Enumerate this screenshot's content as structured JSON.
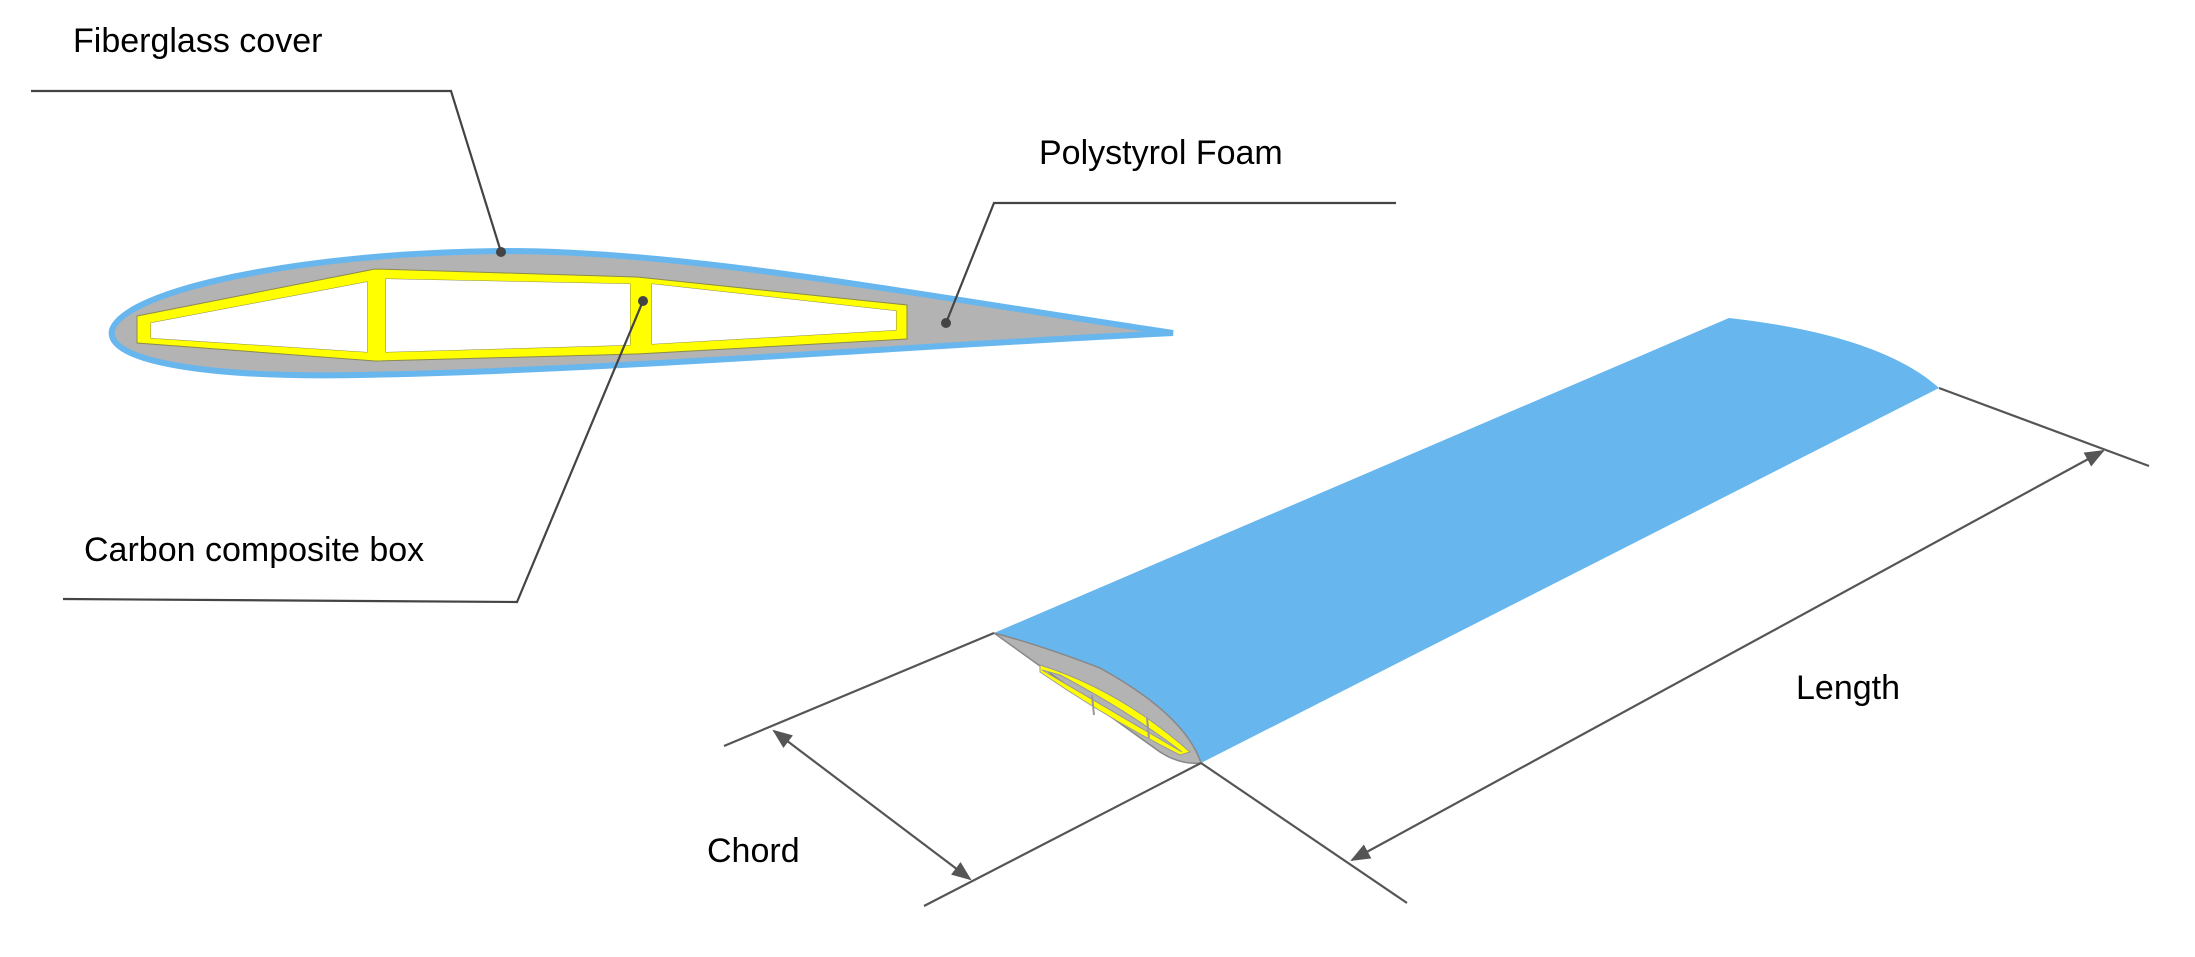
{
  "labels": {
    "fiberglass": "Fiberglass cover",
    "foam": "Polystyrol Foam",
    "carbon": "Carbon composite box",
    "chord": "Chord",
    "length": "Length"
  },
  "colors": {
    "fiberglass": "#67b6ee",
    "foam": "#b3b3b3",
    "carbon": "#ffff00",
    "leader": "#444444"
  }
}
